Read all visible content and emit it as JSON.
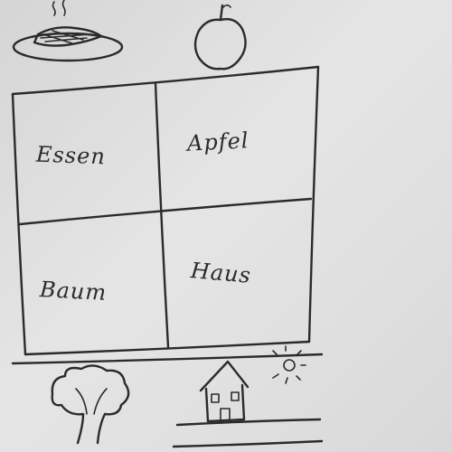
{
  "grid": {
    "cells": [
      {
        "id": "essen",
        "word": "Essen",
        "drawing": "food-plate-icon"
      },
      {
        "id": "apfel",
        "word": "Apfel",
        "drawing": "apple-icon"
      },
      {
        "id": "baum",
        "word": "Baum",
        "drawing": "tree-icon"
      },
      {
        "id": "haus",
        "word": "Haus",
        "drawing": "house-icon"
      }
    ]
  },
  "colors": {
    "paper": "#e0e0e0",
    "ink": "#2b2b2b"
  }
}
